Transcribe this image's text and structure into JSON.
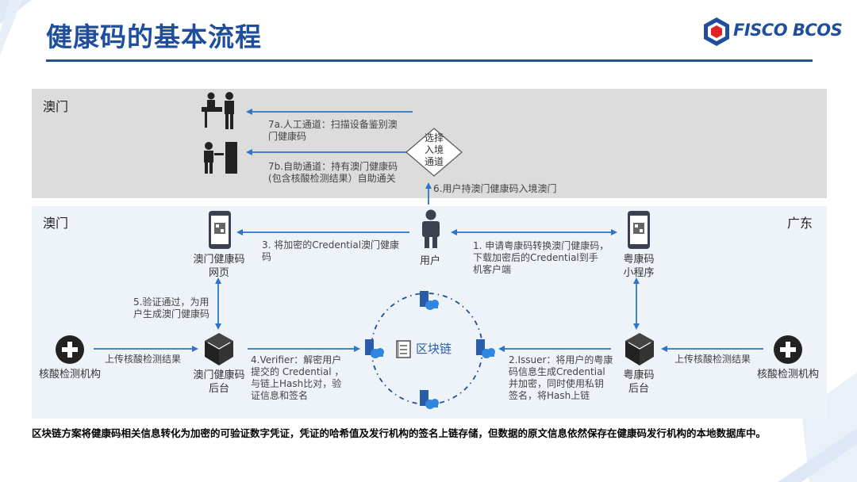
{
  "header": {
    "title": "健康码的基本流程",
    "logo_text": "FISCO BCOS"
  },
  "regions": {
    "macau_top": "澳门",
    "macau_main": "澳门",
    "guangdong": "广东"
  },
  "nodes": {
    "choose_channel": [
      "选择",
      "入境",
      "通道"
    ],
    "user": "用户",
    "macau_web": [
      "澳门健康码",
      "网页"
    ],
    "gd_miniapp": [
      "粤康码",
      "小程序"
    ],
    "macau_backend": [
      "澳门健康码",
      "后台"
    ],
    "gd_backend": [
      "粤康码",
      "后台"
    ],
    "test_lab_left": "核酸检测机构",
    "test_lab_right": "核酸检测机构",
    "blockchain": "区块链"
  },
  "steps": {
    "s7a": [
      "7a.人工通道：扫描设备鉴别澳",
      "门健康码"
    ],
    "s7b": [
      "7b.自助通道：持有澳门健康码",
      "(包含核酸检测结果）自助通关"
    ],
    "s6": "6.用户持澳门健康码入境澳门",
    "s3": [
      "3. 将加密的Credential澳门健康",
      "码"
    ],
    "s1": [
      "1. 申请粤康码转换澳门健康码，",
      "下载加密后的Credential到手",
      "机客户端"
    ],
    "s5": [
      "5.验证通过，为用",
      "户生成澳门健康码"
    ],
    "s4": [
      "4.Verifier：解密用户",
      "提交的 Credential ，",
      "与链上Hash比对，验",
      "证信息和签名"
    ],
    "s2": [
      "2.Issuer：将用户的粤康",
      "码信息生成Credential",
      "并加密，同时使用私钥",
      "签名，将Hash上链"
    ],
    "upload_left": "上传核酸检测结果",
    "upload_right": "上传核酸检测结果"
  },
  "footer": "区块链方案将健康码相关信息转化为加密的可验证数字凭证，凭证的哈希值及发行机构的签名上链存储，但数据的原文信息依然保存在健康码发行机构的本地数据库中。",
  "colors": {
    "brand": "#1f4e9c",
    "arrow": "#2e75c8",
    "icon_dark": "#222222",
    "cloud": "#2e86de",
    "band_top": "#dcdcdc",
    "band_main": "#eef3fa"
  }
}
